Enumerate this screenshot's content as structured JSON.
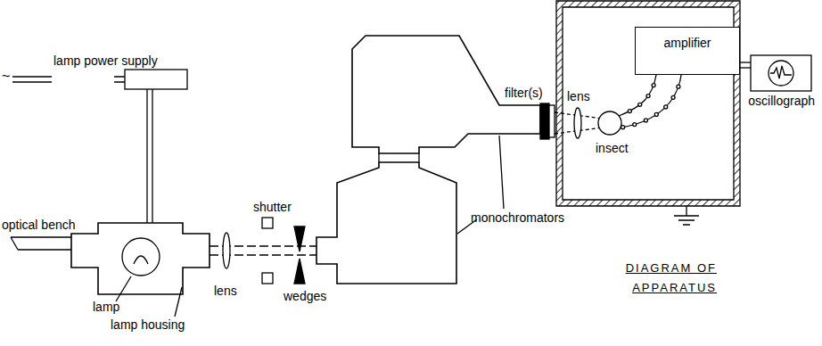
{
  "diagram": {
    "title": "DIAGRAM OF APPARATUS",
    "nodes": [
      {
        "text": [
          "lamp power supply"
        ]
      },
      {
        "text": [
          "amplifier"
        ]
      },
      {
        "text": [
          "oscillograph"
        ]
      }
    ],
    "edges": [
      {
        "from": 1,
        "to": 2,
        "arrow": "none"
      }
    ],
    "labels": [
      "~",
      "optical bench",
      "lamp",
      "lamp housing",
      "lens",
      "shutter",
      "wedges",
      "monochromators",
      "filter(s)",
      "lens",
      "insect"
    ]
  }
}
